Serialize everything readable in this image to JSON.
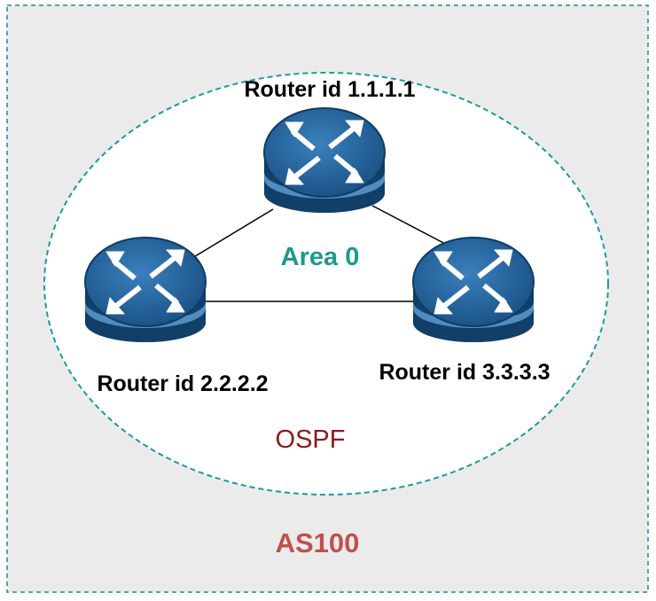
{
  "diagram": {
    "as_label": "AS100",
    "protocol_label": "OSPF",
    "area_label": "Area 0",
    "routers": [
      {
        "id": "r1",
        "label": "Router id 1.1.1.1"
      },
      {
        "id": "r2",
        "label": "Router id 2.2.2.2"
      },
      {
        "id": "r3",
        "label": "Router id 3.3.3.3"
      }
    ],
    "links": [
      {
        "from": "r1",
        "to": "r2"
      },
      {
        "from": "r1",
        "to": "r3"
      },
      {
        "from": "r2",
        "to": "r3"
      }
    ]
  },
  "colors": {
    "as_fill": "#ebebeb",
    "as_border": "#1a8a9a",
    "ospf_border": "#1a9aa0",
    "area_text": "#1a9a8c",
    "ospf_text": "#8b1a1a",
    "as_text": "#c0504d",
    "router_top": "#1e5b8c",
    "router_body": "#1b4f7d",
    "router_ring": "#4a88c0"
  }
}
